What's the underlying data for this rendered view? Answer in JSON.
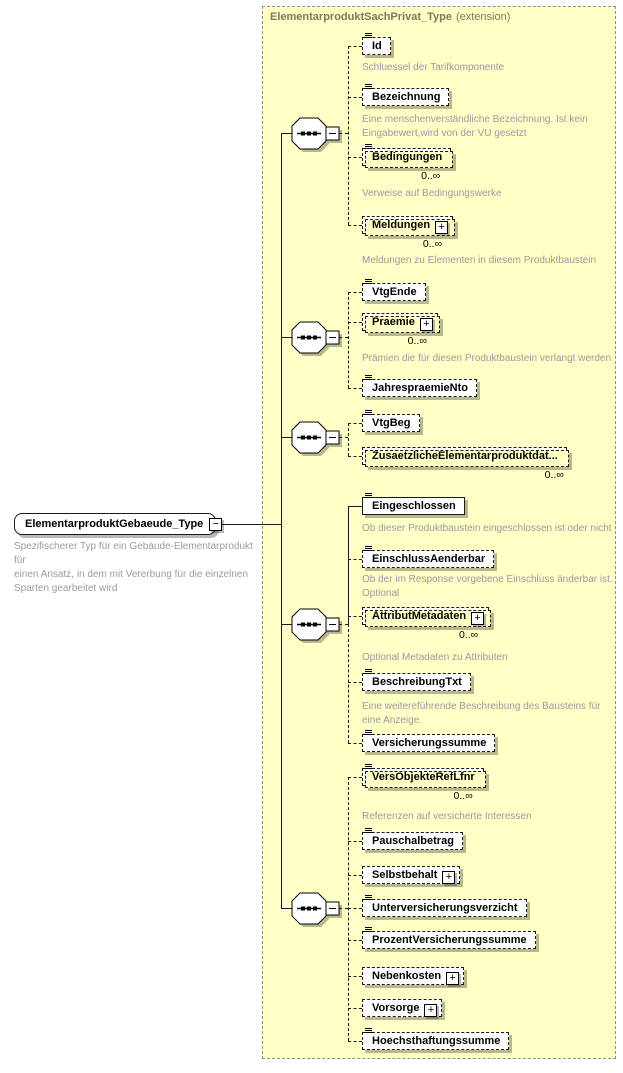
{
  "panel": {
    "title": "ElementarproduktSachPrivat_Type",
    "suffix": "(extension)"
  },
  "root": {
    "label": "ElementarproduktGebaeude_Type",
    "collapse": "−",
    "annotation": "Spezifischerer Typ für ein Gebäude-Elementarprodukt für\neinen Ansatz, in dem mit Vererbung für die einzelnen\nSparten gearbeitet wird"
  },
  "colors": {
    "panel_bg": "#FFFFC6",
    "panel_border": "#8F8F8F",
    "title_text": "#84755A",
    "annotation_text": "#9A9AA4",
    "line": "#1A1A1A"
  },
  "elements": {
    "id": {
      "label": "Id",
      "annotation": "Schluessel der Tarifkomponente"
    },
    "bezeichnung": {
      "label": "Bezeichnung",
      "annotation": "Eine menschenverständliche Bezeichnung. Ist kein\nEingabewert,wird von der VU gesetzt"
    },
    "bedingungen": {
      "label": "Bedingungen",
      "occurs": "0..∞",
      "annotation": "Verweise auf Bedingungswerke"
    },
    "meldungen": {
      "label": "Meldungen",
      "expand": "+",
      "occurs": "0..∞",
      "annotation": "Meldungen zu Elementen in diesem Produktbaustein"
    },
    "vtgende": {
      "label": "VtgEnde"
    },
    "praemie": {
      "label": "Praemie",
      "expand": "+",
      "occurs": "0..∞",
      "annotation": "Prämien die für diesen Produktbaustein verlangt werden"
    },
    "jahrespraemiento": {
      "label": "JahrespraemieNto"
    },
    "vtgbeg": {
      "label": "VtgBeg"
    },
    "zusaetzliche": {
      "label": "ZusaetzlicheElementarproduktdat...",
      "occurs": "0..∞"
    },
    "eingeschlossen": {
      "label": "Eingeschlossen",
      "annotation": "Ob dieser Produktbaustein eingeschlossen ist oder nicht"
    },
    "einschlussaenderbar": {
      "label": "EinschlussAenderbar",
      "annotation": "Ob der im Response vorgebene Einschluss änderbar ist.\nOptional"
    },
    "attributmetadaten": {
      "label": "AttributMetadaten",
      "expand": "+",
      "occurs": "0..∞",
      "annotation": "Optional Metadaten zu Attributen"
    },
    "beschreibungtxt": {
      "label": "BeschreibungTxt",
      "annotation": "Eine weitereführende Beschreibung des Bausteins für\neine Anzeige."
    },
    "versicherungssumme": {
      "label": "Versicherungssumme"
    },
    "versobjekte": {
      "label": "VersObjekteRefLfnr",
      "occurs": "0..∞",
      "annotation": "Referenzen auf versicherte Interessen"
    },
    "pauschalbetrag": {
      "label": "Pauschalbetrag"
    },
    "selbstbehalt": {
      "label": "Selbstbehalt",
      "expand": "+"
    },
    "unterversicherungsverzicht": {
      "label": "Unterversicherungsverzicht"
    },
    "prozentversicherungssumme": {
      "label": "ProzentVersicherungssumme"
    },
    "nebenkosten": {
      "label": "Nebenkosten",
      "expand": "+"
    },
    "vorsorge": {
      "label": "Vorsorge",
      "expand": "+"
    },
    "hoechsthaftungssumme": {
      "label": "Hoechsthaftungssumme"
    }
  }
}
